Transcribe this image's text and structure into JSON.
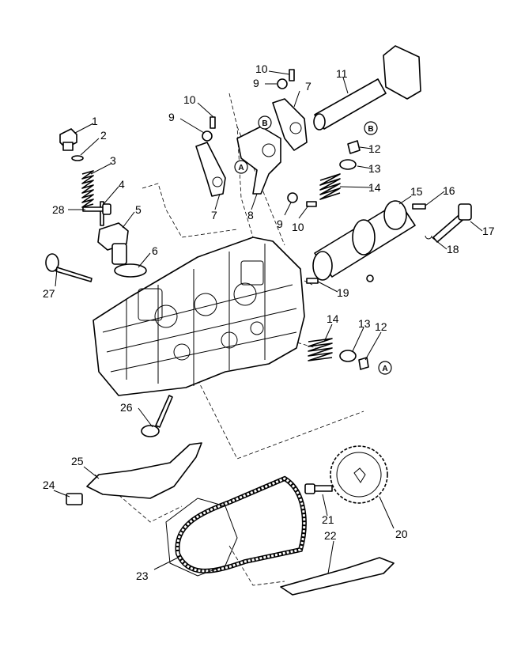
{
  "labels": [
    {
      "id": "1",
      "text": "1"
    },
    {
      "id": "2",
      "text": "2"
    },
    {
      "id": "3",
      "text": "3"
    },
    {
      "id": "4",
      "text": "4"
    },
    {
      "id": "5",
      "text": "5"
    },
    {
      "id": "6",
      "text": "6"
    },
    {
      "id": "7a",
      "text": "7"
    },
    {
      "id": "7b",
      "text": "7"
    },
    {
      "id": "8",
      "text": "8"
    },
    {
      "id": "9a",
      "text": "9"
    },
    {
      "id": "9b",
      "text": "9"
    },
    {
      "id": "9c",
      "text": "9"
    },
    {
      "id": "10a",
      "text": "10"
    },
    {
      "id": "10b",
      "text": "10"
    },
    {
      "id": "10c",
      "text": "10"
    },
    {
      "id": "11",
      "text": "11"
    },
    {
      "id": "12a",
      "text": "12"
    },
    {
      "id": "12b",
      "text": "12"
    },
    {
      "id": "13a",
      "text": "13"
    },
    {
      "id": "13b",
      "text": "13"
    },
    {
      "id": "14a",
      "text": "14"
    },
    {
      "id": "14b",
      "text": "14"
    },
    {
      "id": "15",
      "text": "15"
    },
    {
      "id": "16",
      "text": "16"
    },
    {
      "id": "17",
      "text": "17"
    },
    {
      "id": "18",
      "text": "18"
    },
    {
      "id": "19",
      "text": "19"
    },
    {
      "id": "20",
      "text": "20"
    },
    {
      "id": "21",
      "text": "21"
    },
    {
      "id": "22",
      "text": "22"
    },
    {
      "id": "23",
      "text": "23"
    },
    {
      "id": "24",
      "text": "24"
    },
    {
      "id": "25",
      "text": "25"
    },
    {
      "id": "26",
      "text": "26"
    },
    {
      "id": "27",
      "text": "27"
    },
    {
      "id": "28",
      "text": "28"
    }
  ],
  "callouts": [
    {
      "id": "B1",
      "text": "B"
    },
    {
      "id": "B2",
      "text": "B"
    },
    {
      "id": "A1",
      "text": "A"
    },
    {
      "id": "A2",
      "text": "A"
    }
  ]
}
